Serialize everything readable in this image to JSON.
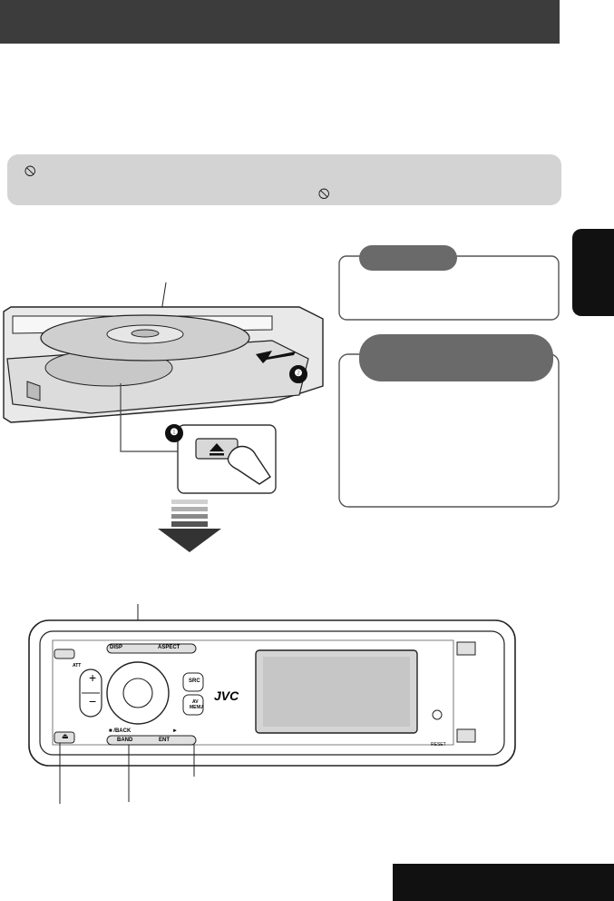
{
  "colors": {
    "title_bar": "#3c3c3c",
    "warning_box": "#d3d3d3",
    "dark_tab": "#111111",
    "callout_pill": "#6a6a6a"
  },
  "icons": {
    "warning": "no-entry-icon",
    "step_1": "step-1-icon",
    "step_2": "step-2-icon",
    "eject": "eject-icon"
  },
  "warning": {
    "glyph_1": "⦸",
    "glyph_2": "⦸"
  },
  "steps": {
    "step_1": "❶",
    "step_2": "❷"
  },
  "panel": {
    "brand": "JVC",
    "buttons": {
      "disp": "DISP",
      "aspect": "ASPECT",
      "att": "ATT",
      "src": "SRC",
      "av_menu_1": "AV",
      "av_menu_2": "MENU",
      "back": "■ /BACK",
      "play": "►",
      "band": "BAND",
      "ent": "ENT",
      "reset": "RESET",
      "plus": "+",
      "minus": "−",
      "eject": "⏏"
    }
  }
}
